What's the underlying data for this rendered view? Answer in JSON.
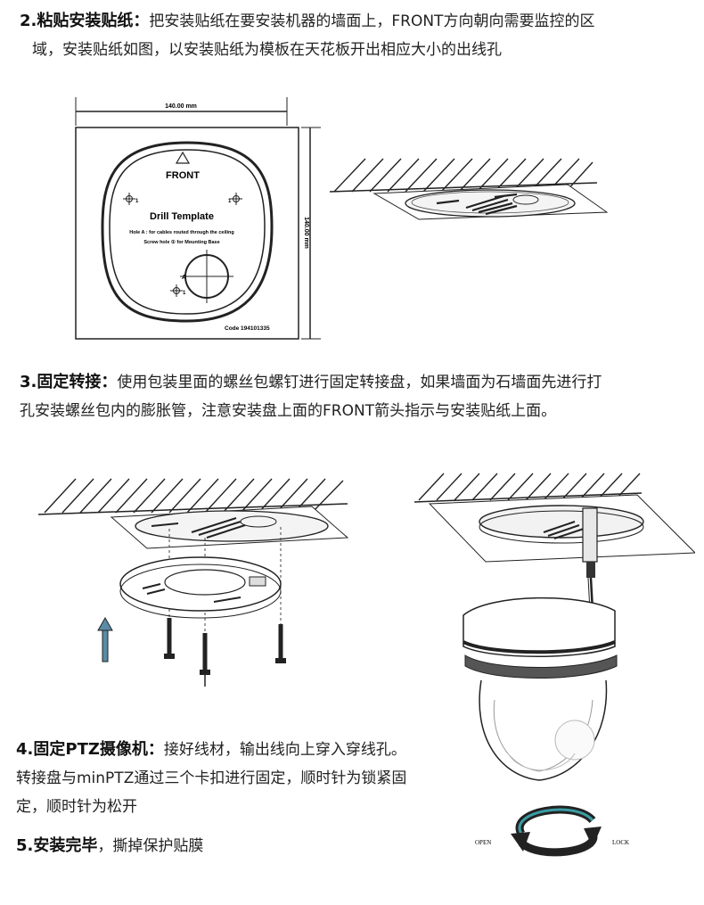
{
  "step2": {
    "num": "2.",
    "title": "粘贴安装贴纸：",
    "line1": "把安装贴纸在要安装机器的墙面上，FRONT方向朝向需要监控的区",
    "line2": "域，安装贴纸如图，以安装贴纸为模板在天花板开出相应大小的出线孔"
  },
  "template": {
    "width_label": "140.00 mm",
    "height_label": "140.00 mm",
    "front": "FRONT",
    "drill_title": "Drill Template",
    "hole_a": "Hole A : for cables routed through the ceiling",
    "screw_hole": "Screw hole ① for Mounting Base",
    "label_a": "A",
    "label_1": "1",
    "code": "Code 194101335"
  },
  "step3": {
    "num": "3.",
    "title": "固定转接：",
    "line1": "使用包装里面的螺丝包螺钉进行固定转接盘，如果墙面为石墙面先进行打",
    "line2": "孔安装螺丝包内的膨胀管，注意安装盘上面的FRONT箭头指示与安装贴纸上面。"
  },
  "step4": {
    "num": "4.",
    "title": "固定PTZ摄像机：",
    "line1": "接好线材，输出线向上穿入穿线孔。",
    "line2": "转接盘与minPTZ通过三个卡扣进行固定，顺时针为锁紧固",
    "line3": "定，顺时针为松开"
  },
  "step5": {
    "num": "5.",
    "title": "安装完毕",
    "text": "，撕掉保护贴膜"
  },
  "rotation": {
    "open": "OPEN",
    "lock": "LOCK"
  }
}
